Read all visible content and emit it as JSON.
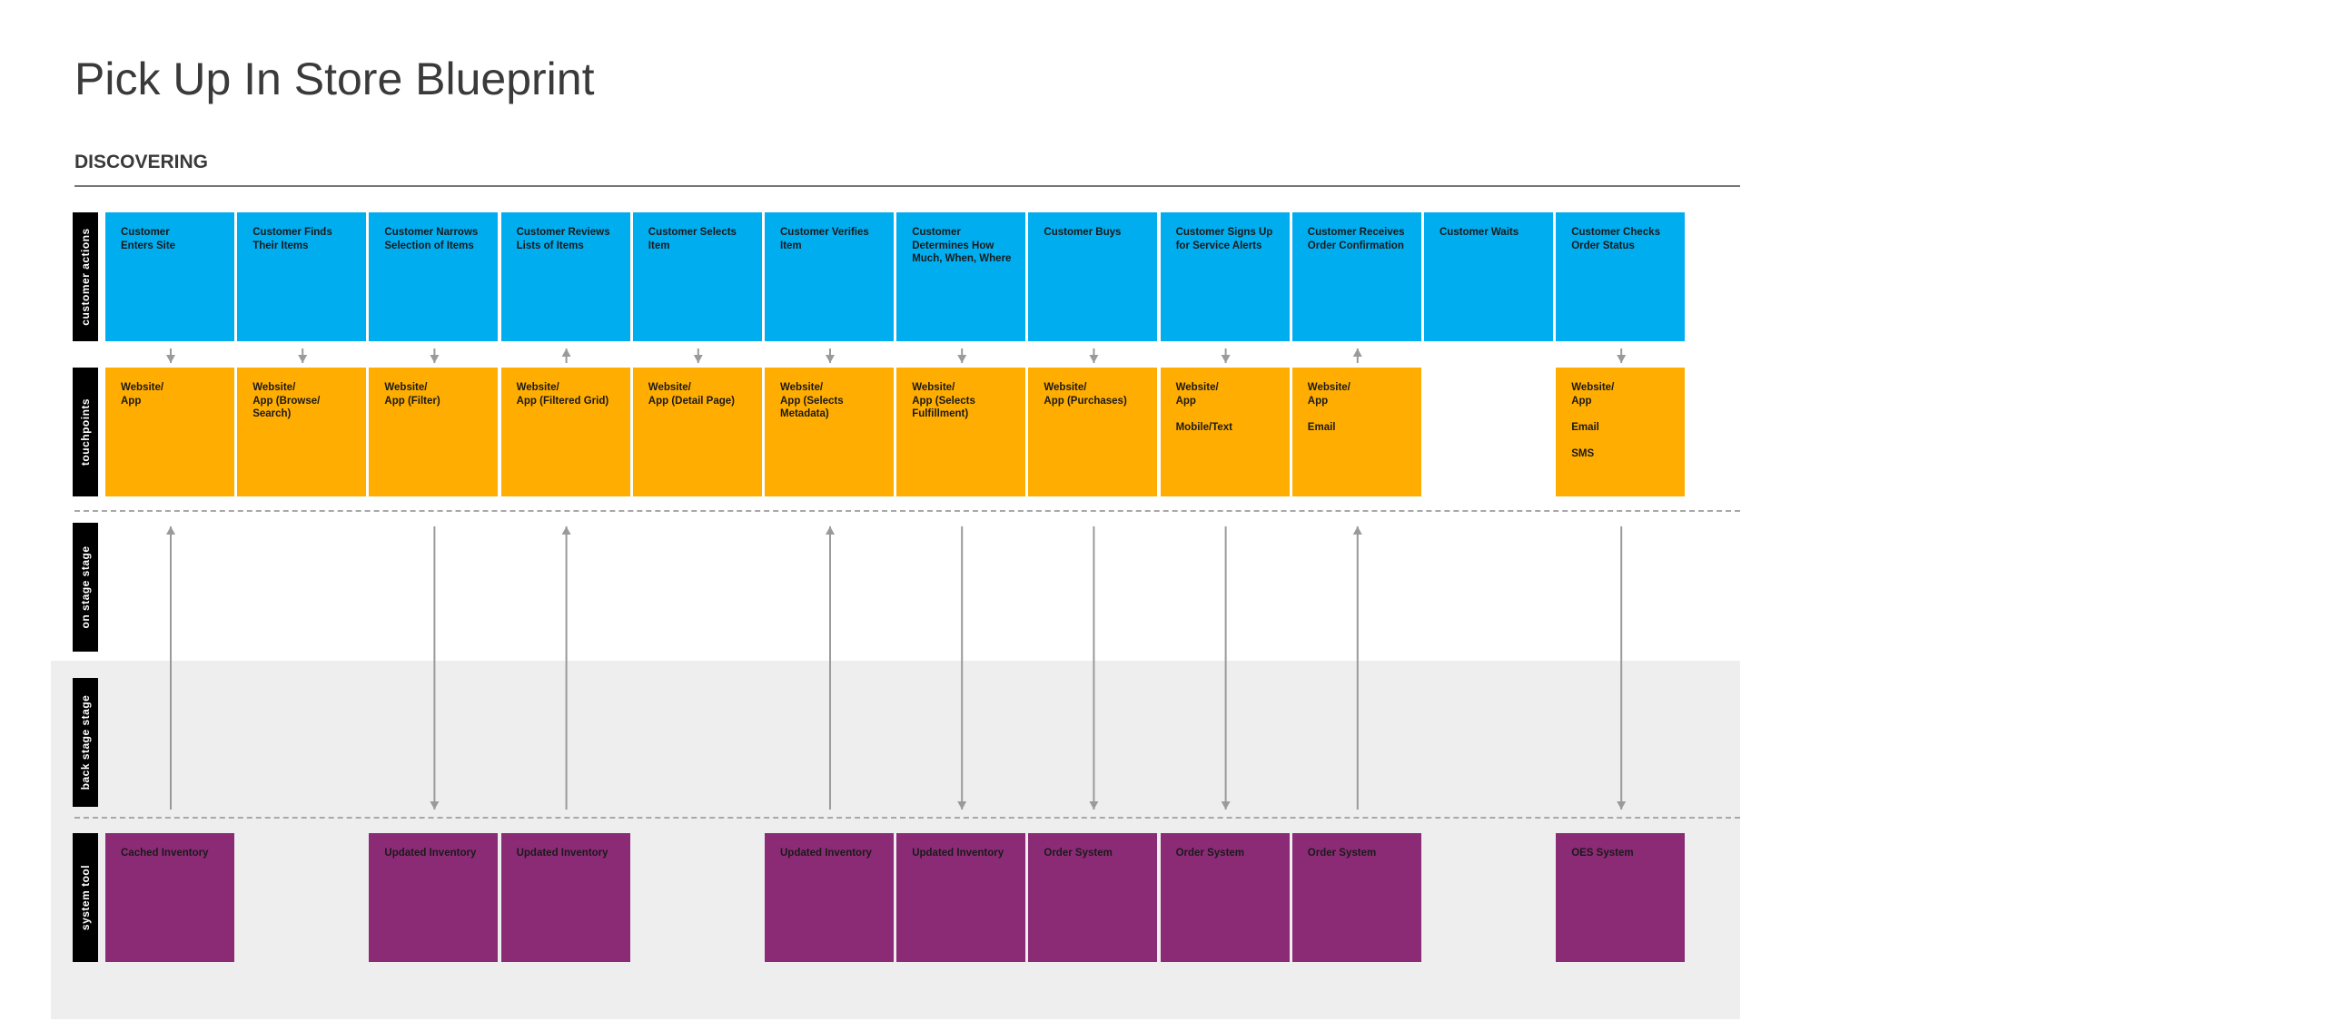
{
  "title": "Pick Up In Store Blueprint",
  "section": "DISCOVERING",
  "lanes": {
    "customer_actions": "customer actions",
    "touchpoints": "touchpoints",
    "on_stage": "on stage stage",
    "back_stage": "back stage stage",
    "system_tool": "system tool"
  },
  "columns": [
    {
      "action": [
        "Customer",
        "Enters Site"
      ],
      "touchpoint": [
        "Website/",
        "App"
      ],
      "system": "Cached Inventory",
      "top_arrow": "down",
      "long_arrow": "up"
    },
    {
      "action": [
        "Customer Finds",
        "Their Items"
      ],
      "touchpoint": [
        "Website/",
        "App (Browse/",
        "Search)"
      ],
      "system": "",
      "top_arrow": "down",
      "long_arrow": ""
    },
    {
      "action": [
        "Customer Narrows",
        "Selection of Items"
      ],
      "touchpoint": [
        "Website/",
        "App (Filter)"
      ],
      "system": "Updated Inventory",
      "top_arrow": "down",
      "long_arrow": "down"
    },
    {
      "action": [
        "Customer Reviews",
        "Lists of Items"
      ],
      "touchpoint": [
        "Website/",
        "App (Filtered Grid)"
      ],
      "system": "Updated Inventory",
      "top_arrow": "up",
      "long_arrow": "up"
    },
    {
      "action": [
        "Customer Selects",
        "Item"
      ],
      "touchpoint": [
        "Website/",
        "App (Detail Page)"
      ],
      "system": "",
      "top_arrow": "down",
      "long_arrow": ""
    },
    {
      "action": [
        "Customer Verifies",
        "Item"
      ],
      "touchpoint": [
        "Website/",
        "App (Selects",
        "Metadata)"
      ],
      "system": "Updated Inventory",
      "top_arrow": "down",
      "long_arrow": "up"
    },
    {
      "action": [
        "Customer",
        "Determines How",
        "Much, When, Where"
      ],
      "touchpoint": [
        "Website/",
        "App (Selects",
        "Fulfillment)"
      ],
      "system": "Updated Inventory",
      "top_arrow": "down",
      "long_arrow": "down"
    },
    {
      "action": [
        "Customer Buys"
      ],
      "touchpoint": [
        "Website/",
        "App (Purchases)"
      ],
      "system": "Order System",
      "top_arrow": "down",
      "long_arrow": "down"
    },
    {
      "action": [
        "Customer Signs Up",
        "for Service Alerts"
      ],
      "touchpoint": [
        "Website/",
        "App",
        "",
        "Mobile/Text"
      ],
      "system": "Order System",
      "top_arrow": "down",
      "long_arrow": "down"
    },
    {
      "action": [
        "Customer Receives",
        "Order Confirmation"
      ],
      "touchpoint": [
        "Website/",
        "App",
        "",
        "Email"
      ],
      "system": "Order System",
      "top_arrow": "up",
      "long_arrow": "up"
    },
    {
      "action": [
        "Customer Waits"
      ],
      "touchpoint": [],
      "system": "",
      "top_arrow": "",
      "long_arrow": ""
    },
    {
      "action": [
        "Customer Checks",
        "Order Status"
      ],
      "touchpoint": [
        "Website/",
        "App",
        "",
        "Email",
        "",
        "SMS"
      ],
      "system": "OES System",
      "top_arrow": "down",
      "long_arrow": "down"
    }
  ]
}
